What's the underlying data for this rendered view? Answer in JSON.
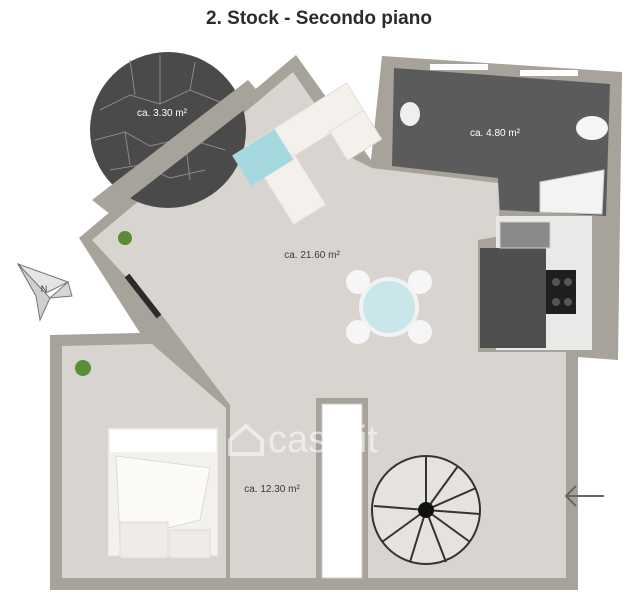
{
  "title": "2. Stock - Secondo piano",
  "rooms": {
    "balcony": "ca. 3.30 m²",
    "bathroom": "ca. 4.80 m²",
    "living": "ca. 21.60 m²",
    "bedroom": "ca. 12.30 m²"
  },
  "compass": {
    "letter": "N"
  },
  "watermark": "casa.it",
  "colors": {
    "wall": "#a7a29a",
    "floor": "#d8d5d0",
    "bathroom_floor": "#5b5b5b",
    "kitchen_counter": "#4f4f4f"
  }
}
